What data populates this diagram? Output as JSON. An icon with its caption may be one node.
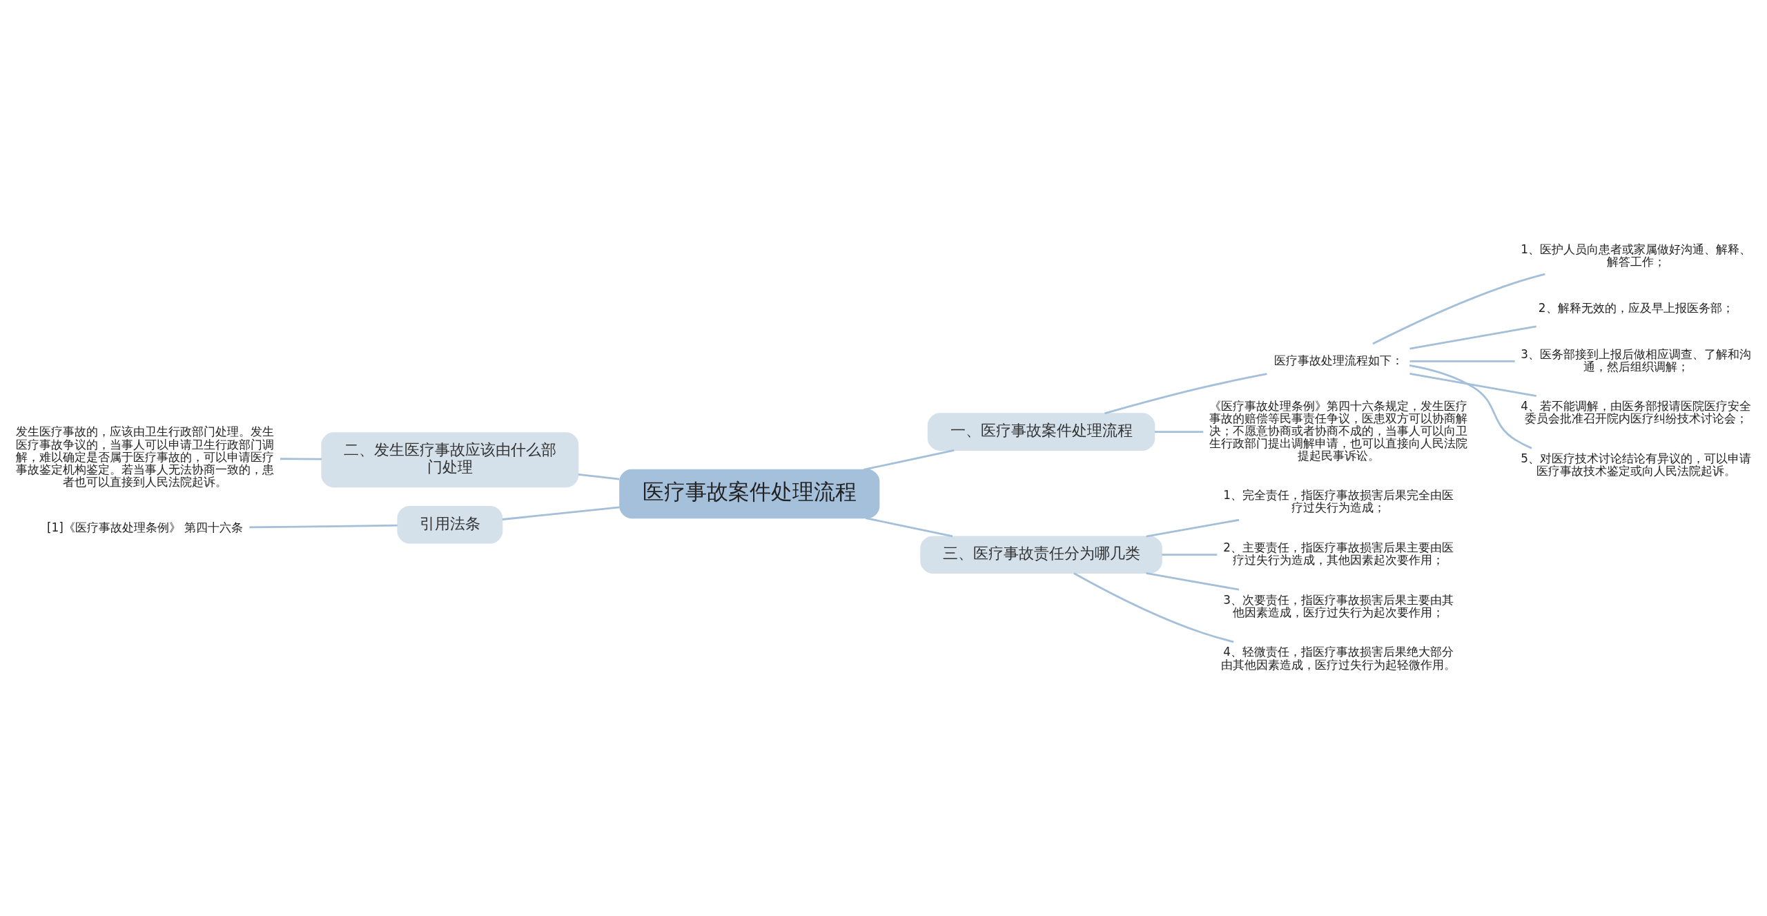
{
  "diagram": {
    "nodes": [
      {
        "text": [
          "医疗事故案件处理流程"
        ]
      },
      {
        "text": [
          "一、医疗事故案件处理流程"
        ]
      },
      {
        "text": [
          "医疗事故处理流程如下："
        ]
      },
      {
        "text": [
          "1、医护人员向患者或家属做好沟通、解释、解答工作；"
        ]
      },
      {
        "text": [
          "2、解释无效的，应及早上报医务部；"
        ]
      },
      {
        "text": [
          "3、医务部接到上报后做相应调查、了解和沟通，然后组织调解；"
        ]
      },
      {
        "text": [
          "4、若不能调解，由医务部报请医院医疗安全委员会批准召开院内医疗纠纷技术讨论会；"
        ]
      },
      {
        "text": [
          "5、对医疗技术讨论结论有异议的，可以申请医疗事故技术鉴定或向人民法院起诉。"
        ]
      },
      {
        "text": [
          "《医疗事故处理条例》第四十六条规定，发生医疗事故的赔偿等民事责任争议，医患双方可以协商解决；不愿意协商或者协商不成的，当事人可以向卫生行政部门提出调解申请，也可以直接向人民法院提起民事诉讼。"
        ]
      },
      {
        "text": [
          "二、发生医疗事故应该由什么部门处理"
        ]
      },
      {
        "text": [
          "发生医疗事故的，应该由卫生行政部门处理。发生医疗事故争议的，当事人可以申请卫生行政部门调解，难以确定是否属于医疗事故的，可以申请医疗事故鉴定机构鉴定。若当事人无法协商一致的，患者也可以直接到人民法院起诉。"
        ]
      },
      {
        "text": [
          "引用法条"
        ]
      },
      {
        "text": [
          "[1]《医疗事故处理条例》 第四十六条"
        ]
      },
      {
        "text": [
          "三、医疗事故责任分为哪几类"
        ]
      },
      {
        "text": [
          "1、完全责任，指医疗事故损害后果完全由医疗过失行为造成；"
        ]
      },
      {
        "text": [
          "2、主要责任，指医疗事故损害后果主要由医疗过失行为造成，其他因素起次要作用；"
        ]
      },
      {
        "text": [
          "3、次要责任，指医疗事故损害后果主要由其他因素造成，医疗过失行为起次要作用；"
        ]
      },
      {
        "text": [
          "4、轻微责任，指医疗事故损害后果绝大部分由其他因素造成，医疗过失行为起轻微作用。"
        ]
      }
    ],
    "edges": [
      {
        "from": 0,
        "to": 1,
        "arrow": "none"
      },
      {
        "from": 1,
        "to": 2,
        "arrow": "none"
      },
      {
        "from": 2,
        "to": 3,
        "arrow": "none"
      },
      {
        "from": 2,
        "to": 4,
        "arrow": "none"
      },
      {
        "from": 2,
        "to": 5,
        "arrow": "none"
      },
      {
        "from": 2,
        "to": 6,
        "arrow": "none"
      },
      {
        "from": 2,
        "to": 7,
        "arrow": "none"
      },
      {
        "from": 1,
        "to": 8,
        "arrow": "none"
      },
      {
        "from": 0,
        "to": 9,
        "arrow": "none"
      },
      {
        "from": 9,
        "to": 10,
        "arrow": "none"
      },
      {
        "from": 0,
        "to": 11,
        "arrow": "none"
      },
      {
        "from": 11,
        "to": 12,
        "arrow": "none"
      },
      {
        "from": 0,
        "to": 13,
        "arrow": "none"
      },
      {
        "from": 13,
        "to": 14,
        "arrow": "none"
      },
      {
        "from": 13,
        "to": 15,
        "arrow": "none"
      },
      {
        "from": 13,
        "to": 16,
        "arrow": "none"
      },
      {
        "from": 13,
        "to": 17,
        "arrow": "none"
      }
    ]
  }
}
